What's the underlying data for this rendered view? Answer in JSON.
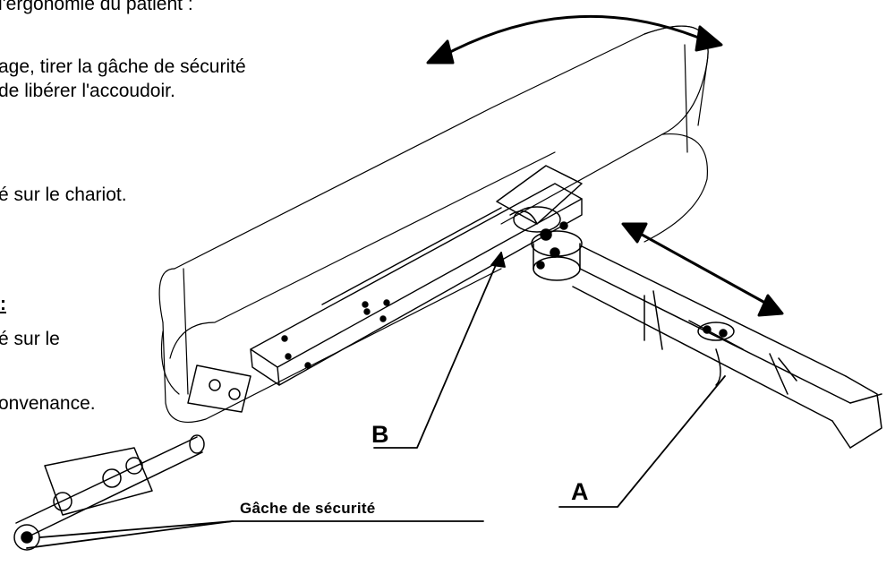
{
  "text_lines": [
    "l'ergonomie du patient :",
    "age, tirer la gâche de sécurité",
    "de libérer l'accoudoir.",
    "é sur le chariot.",
    " :",
    "é sur le",
    "onvenance."
  ],
  "callouts": {
    "b": "B",
    "a": "A",
    "gache": "Gâche de sécurité"
  }
}
